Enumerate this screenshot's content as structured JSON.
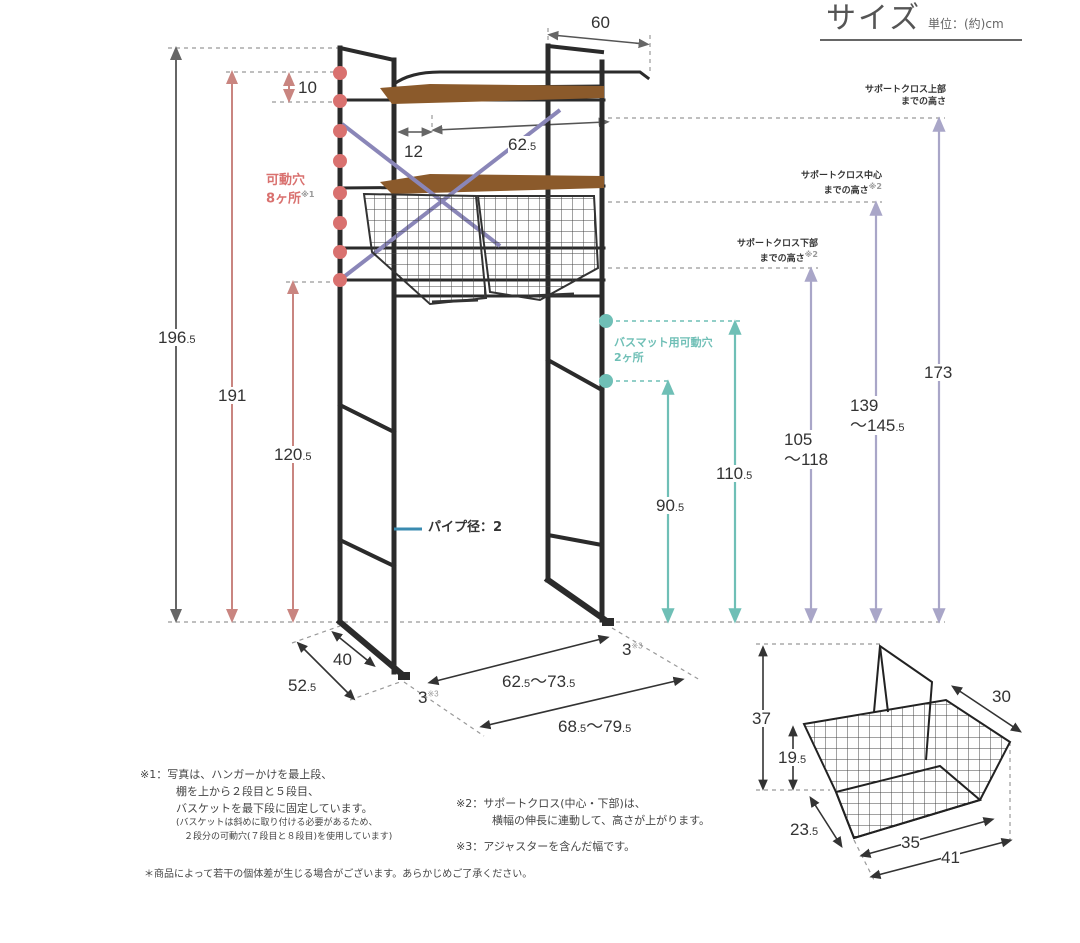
{
  "header": {
    "title": "サイズ",
    "unit": "単位：(約)cm"
  },
  "colors": {
    "frame": "#2b2b2b",
    "wood": "#8b5a2b",
    "cross": "#8a86b8",
    "red_accent": "#d9716f",
    "teal_accent": "#6fbfb6",
    "lavender_line": "#a9a6c8",
    "gray_line": "#777777",
    "text": "#333333"
  },
  "rack": {
    "total_height": {
      "main": "196",
      "frac": ".5"
    },
    "hanger_height": {
      "main": "191",
      "frac": ""
    },
    "bottom_shelf_height": {
      "main": "120",
      "frac": ".5"
    },
    "top_gap": {
      "main": "10",
      "frac": ""
    },
    "hanger_depth": {
      "main": "60",
      "frac": ""
    },
    "inner_offset": {
      "main": "12",
      "frac": ""
    },
    "shelf_width": {
      "main": "62",
      "frac": ".5"
    },
    "adjustable_holes_label": "可動穴",
    "adjustable_holes_count": "8ヶ所",
    "adjustable_holes_ref": "※1",
    "pipe_label": "パイプ径：2",
    "depth_inner": {
      "main": "40",
      "frac": ""
    },
    "depth_outer": {
      "main": "52",
      "frac": ".5"
    },
    "adjuster_left": {
      "main": "3",
      "ref": "※3"
    },
    "adjuster_right": {
      "main": "3",
      "ref": "※3"
    },
    "width_inner": {
      "text": "62.5〜73.5",
      "a": "62",
      "af": ".5",
      "b": "73",
      "bf": ".5"
    },
    "width_outer": {
      "text": "68.5〜79.5",
      "a": "68",
      "af": ".5",
      "b": "79",
      "bf": ".5"
    }
  },
  "support_cross": {
    "top": {
      "label_line1": "サポートクロス上部",
      "label_line2": "までの高さ",
      "ref": "",
      "value": "173",
      "frac": ""
    },
    "center": {
      "label_line1": "サポートクロス中心",
      "label_line2": "までの高さ",
      "ref": "※2",
      "value_a": "139",
      "value_b": "145",
      "frac_b": ".5"
    },
    "bottom": {
      "label_line1": "サポートクロス下部",
      "label_line2": "までの高さ",
      "ref": "※2",
      "value_a": "105",
      "value_b": "118"
    }
  },
  "bathmat": {
    "label_line1": "バスマット用可動穴",
    "label_line2": "2ヶ所",
    "upper": {
      "main": "110",
      "frac": ".5"
    },
    "lower": {
      "main": "90",
      "frac": ".5"
    }
  },
  "basket": {
    "total_height": {
      "main": "37",
      "frac": ""
    },
    "body_height": {
      "main": "19",
      "frac": ".5"
    },
    "depth": {
      "main": "30",
      "frac": ""
    },
    "bottom_depth": {
      "main": "23",
      "frac": ".5"
    },
    "bottom_width": {
      "main": "35",
      "frac": ""
    },
    "top_width": {
      "main": "41",
      "frac": ""
    }
  },
  "notes": {
    "n1_line1": "※1：写真は、ハンガーかけを最上段、",
    "n1_line2": "棚を上から２段目と５段目、",
    "n1_line3": "バスケットを最下段に固定しています。",
    "n1_line4": "(バスケットは斜めに取り付ける必要があるため、",
    "n1_line5": "２段分の可動穴(７段目と８段目)を使用しています)",
    "n2_line1": "※2：サポートクロス(中心・下部)は、",
    "n2_line2": "横幅の伸長に連動して、高さが上がります。",
    "n3": "※3：アジャスターを含んだ幅です。",
    "footer": "＊商品によって若干の個体差が生じる場合がございます。あらかじめご了承ください。"
  }
}
